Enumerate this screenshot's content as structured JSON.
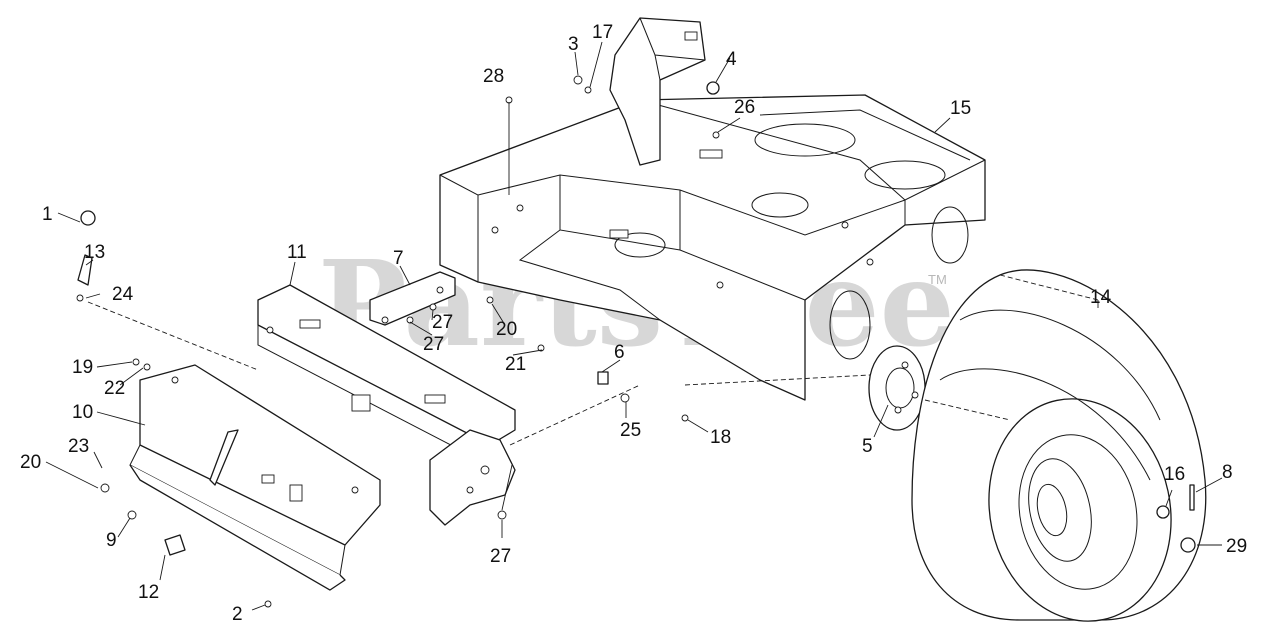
{
  "watermark": {
    "text": "PartsTree",
    "tm": "TM"
  },
  "callouts": {
    "c1": "1",
    "c2": "2",
    "c3": "3",
    "c4": "4",
    "c5": "5",
    "c6": "6",
    "c7": "7",
    "c8": "8",
    "c9": "9",
    "c10": "10",
    "c11": "11",
    "c12": "12",
    "c13": "13",
    "c14": "14",
    "c15": "15",
    "c16": "16",
    "c17": "17",
    "c18": "18",
    "c19": "19",
    "c20a": "20",
    "c20b": "20",
    "c21": "21",
    "c22": "22",
    "c23": "23",
    "c24": "24",
    "c25": "25",
    "c26": "26",
    "c27a": "27",
    "c27b": "27",
    "c27c": "27",
    "c28": "28",
    "c29": "29"
  }
}
